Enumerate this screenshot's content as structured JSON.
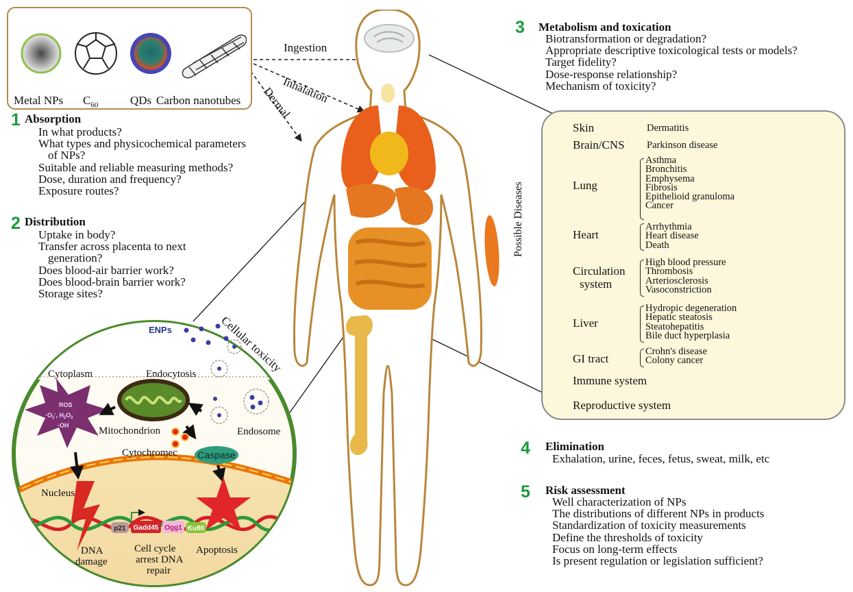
{
  "nanoparticles": {
    "metal_nps": "Metal NPs",
    "c60_base": "C",
    "c60_sub": "60",
    "qds": "QDs",
    "carbon_nanotubes": "Carbon nanotubes"
  },
  "routes": {
    "ingestion": "Ingestion",
    "inhalation": "Inhalation",
    "dermal": "Dermal",
    "cellular_toxicity": "Cellular toxicity"
  },
  "sections": {
    "absorption": {
      "number": "1",
      "title": "Absorption",
      "items": [
        "In what products?",
        "What types and physicochemical parameters",
        "of NPs?",
        "Suitable and reliable measuring methods?",
        "Dose, duration and frequency?",
        "Exposure routes?"
      ]
    },
    "distribution": {
      "number": "2",
      "title": "Distribution",
      "items": [
        "Uptake in body?",
        "Transfer across placenta to next",
        "generation?",
        "Does blood-air barrier work?",
        "Does blood-brain barrier work?",
        "Storage sites?"
      ]
    },
    "metabolism": {
      "number": "3",
      "title": "Metabolism and toxication",
      "items": [
        "Biotransformation or degradation?",
        "Appropriate descriptive toxicological tests or models?",
        "Target fidelity?",
        "Dose-response relationship?",
        "Mechanism of toxicity?"
      ]
    },
    "elimination": {
      "number": "4",
      "title": "Elimination",
      "items": [
        "Exhalation, urine, feces, fetus, sweat, milk, etc"
      ]
    },
    "risk": {
      "number": "5",
      "title": "Risk assessment",
      "items": [
        "Well characterization of NPs",
        "The distributions of different NPs in products",
        "Standardization of toxicity measurements",
        "Define the thresholds of toxicity",
        "Focus on long-term effects",
        "Is present regulation or legislation sufficient?"
      ]
    }
  },
  "diseases": {
    "side_label": "Possible Diseases",
    "skin": {
      "organ": "Skin",
      "items": [
        "Dermatitis"
      ]
    },
    "brain": {
      "organ": "Brain/CNS",
      "items": [
        "Parkinson disease"
      ]
    },
    "lung": {
      "organ": "Lung",
      "items": [
        "Asthma",
        "Bronchitis",
        "Emphysema",
        "Fibrosis",
        "Epithelioid granuloma",
        "Cancer"
      ]
    },
    "heart": {
      "organ": "Heart",
      "items": [
        "Arrhythmia",
        "Heart disease",
        "Death"
      ]
    },
    "circulation": {
      "organ_line1": "Circulation",
      "organ_line2": "system",
      "items": [
        "High blood pressure",
        "Thrombosis",
        "Arteriosclerosis",
        "Vasoconstriction"
      ]
    },
    "liver": {
      "organ": "Liver",
      "items": [
        "Hydropic degeneration",
        "Hepatic steatosis",
        "Steatohepatitis",
        "Bile duct hyperplasia"
      ]
    },
    "gi": {
      "organ": "GI tract",
      "items": [
        "Crohn's disease",
        "Colony cancer"
      ]
    },
    "immune": {
      "organ": "Immune system"
    },
    "reproductive": {
      "organ": "Reproductive system"
    }
  },
  "cell": {
    "enps": "ENPs",
    "cytoplasm": "Cytoplasm",
    "endocytosis": "Endocytosis",
    "ros": "ROS",
    "ros_species1": "·O",
    "ros_species1_sub": "2",
    "ros_species1_sup": "-",
    "ros_species2": "H",
    "ros_species2_sub": "2",
    "ros_species2_tail": "O",
    "ros_species2_sub2": "2",
    "ros_species3": "·OH",
    "mitochondrion": "Mitochondrion",
    "endosome": "Endosome",
    "cytochromec": "Cytochromec",
    "caspase": "Caspase",
    "nucleus": "Nucleus",
    "p21": "p21",
    "gadd45": "Gadd45",
    "ogg1": "Ogg1",
    "ku80": "Ku80",
    "dna_damage_1": "DNA",
    "dna_damage_2": "damage",
    "cell_cycle_1": "Cell cycle",
    "cell_cycle_2": "arrest DNA",
    "cell_cycle_3": "repair",
    "apoptosis": "Apoptosis"
  },
  "colors": {
    "section_number": "#1a9a3c",
    "body_outline": "#b8863b",
    "panel_fill": "#fdf8dc",
    "cell_border": "#4a8a2c",
    "ros_fill": "#7b2f6e",
    "caspase_fill": "#2f9c7e"
  }
}
